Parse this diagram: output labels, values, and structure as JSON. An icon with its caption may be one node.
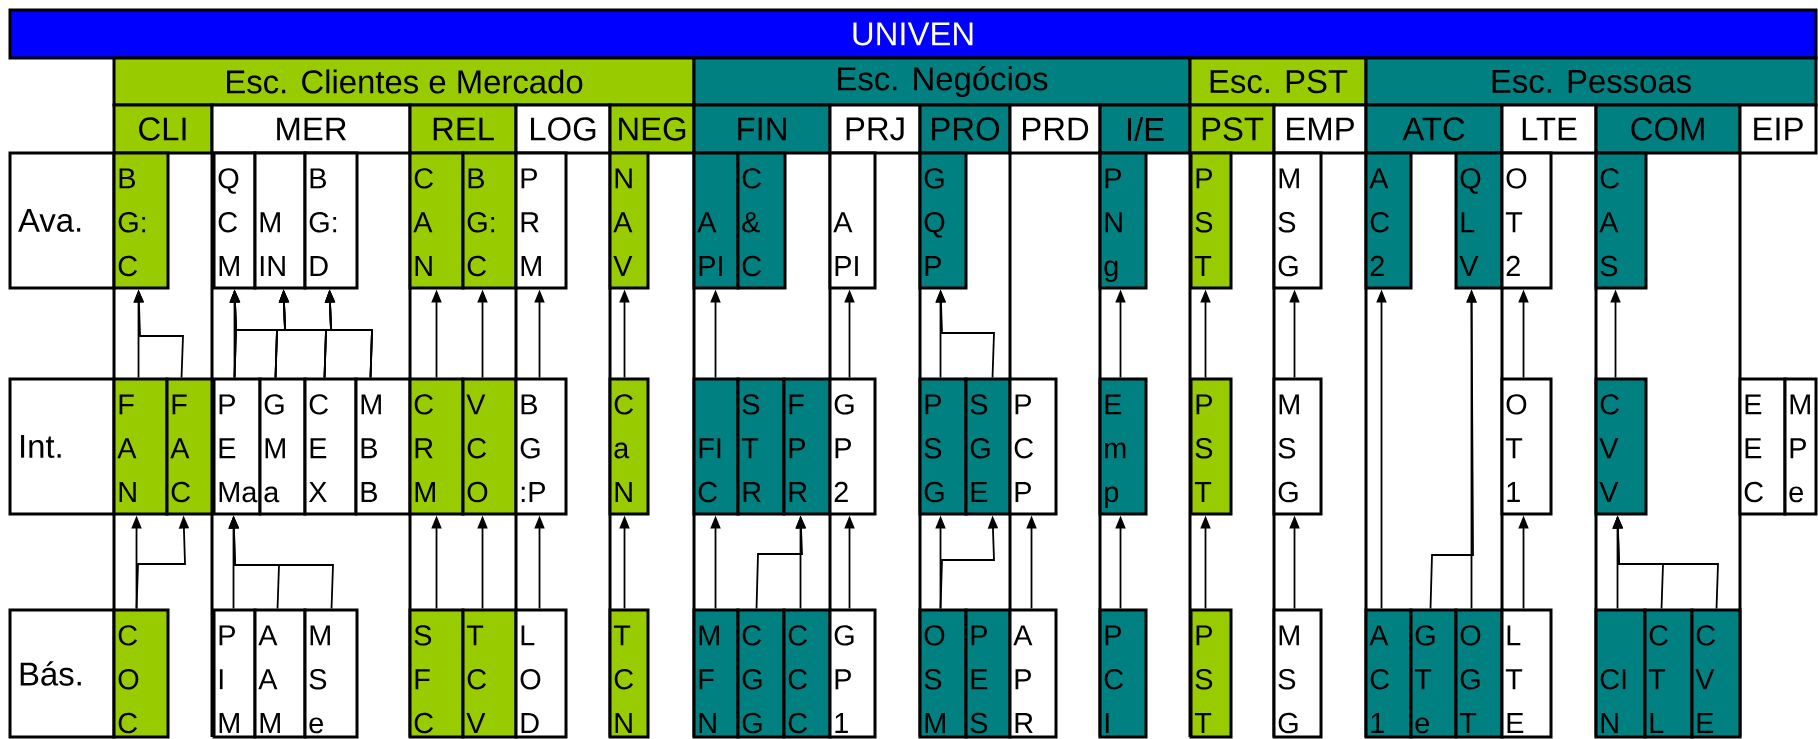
{
  "diagram": {
    "nodes": [
      {
        "text": [
          "UNIVEN"
        ]
      },
      {
        "text": [
          "Esc. Clientes e Mercado"
        ]
      },
      {
        "text": [
          "Esc. Negócios"
        ]
      },
      {
        "text": [
          "Esc. PST"
        ]
      },
      {
        "text": [
          "Esc. Pessoas"
        ]
      },
      {
        "text": [
          "CLI"
        ]
      },
      {
        "text": [
          "MER"
        ]
      },
      {
        "text": [
          "REL"
        ]
      },
      {
        "text": [
          "LOG"
        ]
      },
      {
        "text": [
          "NEG"
        ]
      },
      {
        "text": [
          "FIN"
        ]
      },
      {
        "text": [
          "PRJ"
        ]
      },
      {
        "text": [
          "PRO"
        ]
      },
      {
        "text": [
          "PRD"
        ]
      },
      {
        "text": [
          "I/E"
        ]
      },
      {
        "text": [
          "PST"
        ]
      },
      {
        "text": [
          "EMP"
        ]
      },
      {
        "text": [
          "ATC"
        ]
      },
      {
        "text": [
          "LTE"
        ]
      },
      {
        "text": [
          "COM"
        ]
      },
      {
        "text": [
          "EIP"
        ]
      },
      {
        "text": [
          "Ava."
        ]
      },
      {
        "text": [
          "B G: C"
        ]
      },
      {
        "text": [
          "Q C M"
        ]
      },
      {
        "text": [
          "M IN"
        ]
      },
      {
        "text": [
          "B G: D"
        ]
      },
      {
        "text": [
          "C A N"
        ]
      },
      {
        "text": [
          "B G: C"
        ]
      },
      {
        "text": [
          "P R M"
        ]
      },
      {
        "text": [
          "N A V"
        ]
      },
      {
        "text": [
          "A PI"
        ]
      },
      {
        "text": [
          "C & C"
        ]
      },
      {
        "text": [
          "A PI"
        ]
      },
      {
        "text": [
          "G Q P"
        ]
      },
      {
        "text": [
          "P N g"
        ]
      },
      {
        "text": [
          "P S T"
        ]
      },
      {
        "text": [
          "M S G"
        ]
      },
      {
        "text": [
          "A C 2"
        ]
      },
      {
        "text": [
          "Q L V"
        ]
      },
      {
        "text": [
          "O T 2"
        ]
      },
      {
        "text": [
          "C A S"
        ]
      },
      {
        "text": [
          "Int."
        ]
      },
      {
        "text": [
          "F A N"
        ]
      },
      {
        "text": [
          "F A C"
        ]
      },
      {
        "text": [
          "P E Ma"
        ]
      },
      {
        "text": [
          "G M a"
        ]
      },
      {
        "text": [
          "C E X"
        ]
      },
      {
        "text": [
          "M B B"
        ]
      },
      {
        "text": [
          "C R M"
        ]
      },
      {
        "text": [
          "V C O"
        ]
      },
      {
        "text": [
          "B G :P"
        ]
      },
      {
        "text": [
          "C a N"
        ]
      },
      {
        "text": [
          "FI C"
        ]
      },
      {
        "text": [
          "S T R"
        ]
      },
      {
        "text": [
          "F P R"
        ]
      },
      {
        "text": [
          "G P 2"
        ]
      },
      {
        "text": [
          "P S G"
        ]
      },
      {
        "text": [
          "S G E"
        ]
      },
      {
        "text": [
          "P C P"
        ]
      },
      {
        "text": [
          "E m p"
        ]
      },
      {
        "text": [
          "P S T"
        ]
      },
      {
        "text": [
          "M S G"
        ]
      },
      {
        "text": [
          "O T 1"
        ]
      },
      {
        "text": [
          "C V V"
        ]
      },
      {
        "text": [
          "E E C"
        ]
      },
      {
        "text": [
          "M P e"
        ]
      },
      {
        "text": [
          "Bás."
        ]
      },
      {
        "text": [
          "C O C"
        ]
      },
      {
        "text": [
          "P I M"
        ]
      },
      {
        "text": [
          "A A M"
        ]
      },
      {
        "text": [
          "M S e"
        ]
      },
      {
        "text": [
          "S F C"
        ]
      },
      {
        "text": [
          "T C V"
        ]
      },
      {
        "text": [
          "L O D"
        ]
      },
      {
        "text": [
          "T C N"
        ]
      },
      {
        "text": [
          "M F N"
        ]
      },
      {
        "text": [
          "C G G"
        ]
      },
      {
        "text": [
          "C C C"
        ]
      },
      {
        "text": [
          "G P 1"
        ]
      },
      {
        "text": [
          "O S M"
        ]
      },
      {
        "text": [
          "P E S"
        ]
      },
      {
        "text": [
          "A P R"
        ]
      },
      {
        "text": [
          "P C I"
        ]
      },
      {
        "text": [
          "P S T"
        ]
      },
      {
        "text": [
          "M S G"
        ]
      },
      {
        "text": [
          "A C 1"
        ]
      },
      {
        "text": [
          "G T e"
        ]
      },
      {
        "text": [
          "O G T"
        ]
      },
      {
        "text": [
          "L T E"
        ]
      },
      {
        "text": [
          "CI N"
        ]
      },
      {
        "text": [
          "C T L"
        ]
      },
      {
        "text": [
          "C V E"
        ]
      }
    ],
    "edges": [
      {
        "from": 42,
        "to": 22,
        "arrow": "to"
      },
      {
        "from": 43,
        "to": 22,
        "arrow": "to"
      },
      {
        "from": 44,
        "to": 23,
        "arrow": "to"
      },
      {
        "from": 44,
        "to": 24,
        "arrow": "to"
      },
      {
        "from": 44,
        "to": 25,
        "arrow": "to"
      },
      {
        "from": 45,
        "to": 23,
        "arrow": "to"
      },
      {
        "from": 45,
        "to": 24,
        "arrow": "to"
      },
      {
        "from": 45,
        "to": 25,
        "arrow": "to"
      },
      {
        "from": 46,
        "to": 23,
        "arrow": "to"
      },
      {
        "from": 46,
        "to": 24,
        "arrow": "to"
      },
      {
        "from": 46,
        "to": 25,
        "arrow": "to"
      },
      {
        "from": 47,
        "to": 23,
        "arrow": "to"
      },
      {
        "from": 47,
        "to": 24,
        "arrow": "to"
      },
      {
        "from": 47,
        "to": 25,
        "arrow": "to"
      },
      {
        "from": 48,
        "to": 26,
        "arrow": "to"
      },
      {
        "from": 49,
        "to": 27,
        "arrow": "to"
      },
      {
        "from": 50,
        "to": 28,
        "arrow": "to"
      },
      {
        "from": 51,
        "to": 29,
        "arrow": "to"
      },
      {
        "from": 52,
        "to": 30,
        "arrow": "to"
      },
      {
        "from": 55,
        "to": 32,
        "arrow": "to"
      },
      {
        "from": 56,
        "to": 33,
        "arrow": "to"
      },
      {
        "from": 57,
        "to": 33,
        "arrow": "to"
      },
      {
        "from": 59,
        "to": 34,
        "arrow": "to"
      },
      {
        "from": 60,
        "to": 35,
        "arrow": "to"
      },
      {
        "from": 61,
        "to": 36,
        "arrow": "to"
      },
      {
        "from": 62,
        "to": 39,
        "arrow": "to"
      },
      {
        "from": 63,
        "to": 40,
        "arrow": "to"
      },
      {
        "from": 85,
        "to": 37,
        "arrow": "to"
      },
      {
        "from": 86,
        "to": 38,
        "arrow": "to"
      },
      {
        "from": 87,
        "to": 38,
        "arrow": "to"
      },
      {
        "from": 67,
        "to": 42,
        "arrow": "to"
      },
      {
        "from": 67,
        "to": 43,
        "arrow": "to"
      },
      {
        "from": 68,
        "to": 44,
        "arrow": "to"
      },
      {
        "from": 69,
        "to": 44,
        "arrow": "to"
      },
      {
        "from": 70,
        "to": 44,
        "arrow": "to"
      },
      {
        "from": 71,
        "to": 48,
        "arrow": "to"
      },
      {
        "from": 72,
        "to": 49,
        "arrow": "to"
      },
      {
        "from": 73,
        "to": 50,
        "arrow": "to"
      },
      {
        "from": 74,
        "to": 51,
        "arrow": "to"
      },
      {
        "from": 75,
        "to": 52,
        "arrow": "to"
      },
      {
        "from": 76,
        "to": 54,
        "arrow": "to"
      },
      {
        "from": 77,
        "to": 54,
        "arrow": "to"
      },
      {
        "from": 78,
        "to": 55,
        "arrow": "to"
      },
      {
        "from": 79,
        "to": 56,
        "arrow": "to"
      },
      {
        "from": 79,
        "to": 57,
        "arrow": "to"
      },
      {
        "from": 81,
        "to": 58,
        "arrow": "to"
      },
      {
        "from": 82,
        "to": 59,
        "arrow": "to"
      },
      {
        "from": 83,
        "to": 60,
        "arrow": "to"
      },
      {
        "from": 84,
        "to": 61,
        "arrow": "to"
      },
      {
        "from": 88,
        "to": 62,
        "arrow": "to"
      },
      {
        "from": 89,
        "to": 63,
        "arrow": "to"
      },
      {
        "from": 90,
        "to": 63,
        "arrow": "to"
      },
      {
        "from": 91,
        "to": 63,
        "arrow": "to"
      }
    ]
  }
}
